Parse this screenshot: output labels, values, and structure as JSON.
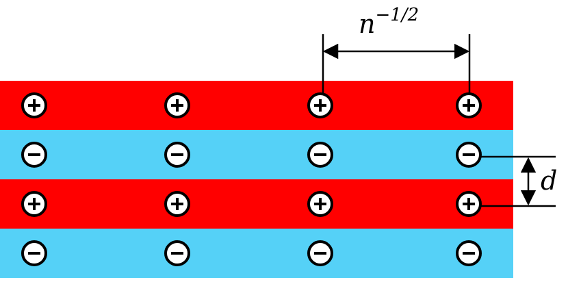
{
  "labels": {
    "n_base": "n",
    "n_exp": "−1/2",
    "d": "d"
  },
  "layers": [
    {
      "charge": "positive",
      "color": "#ff0000"
    },
    {
      "charge": "negative",
      "color": "#55d1f7"
    },
    {
      "charge": "positive",
      "color": "#ff0000"
    },
    {
      "charge": "negative",
      "color": "#55d1f7"
    }
  ],
  "charges_per_layer": 4,
  "colors": {
    "positive_layer": "#ff0000",
    "negative_layer": "#55d1f7",
    "ink": "#000000",
    "charge_fill": "#ffffff"
  }
}
